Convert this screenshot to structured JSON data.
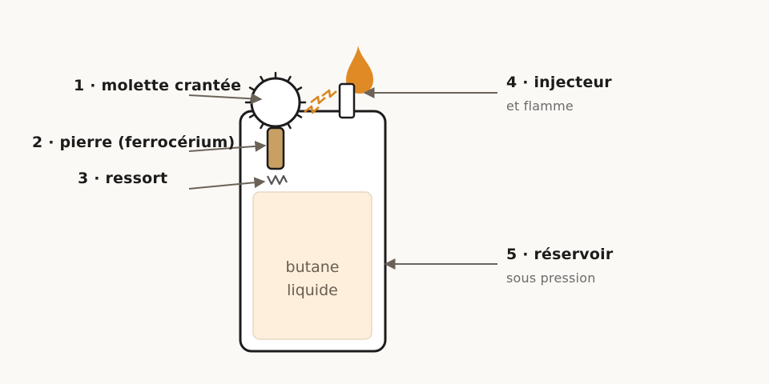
{
  "labels": {
    "wheel": "1 · molette crantée",
    "flint": "2 · pierre (ferrocérium)",
    "spring": "3 · ressort",
    "nozzle": "4 · injecteur",
    "nozzle_sub": "et flamme",
    "tank": "5 · réservoir",
    "tank_sub": "sous pression"
  },
  "tank_content": {
    "line1": "butane",
    "line2": "liquide"
  },
  "colors": {
    "outline": "#1c1c1c",
    "flame": "#e08a25",
    "spark": "#d9851f",
    "flint_fill": "#c9a063",
    "fuel_fill": "#fdefdc",
    "fuel_stroke": "#e6d8c5",
    "arrow": "#6b6358"
  }
}
